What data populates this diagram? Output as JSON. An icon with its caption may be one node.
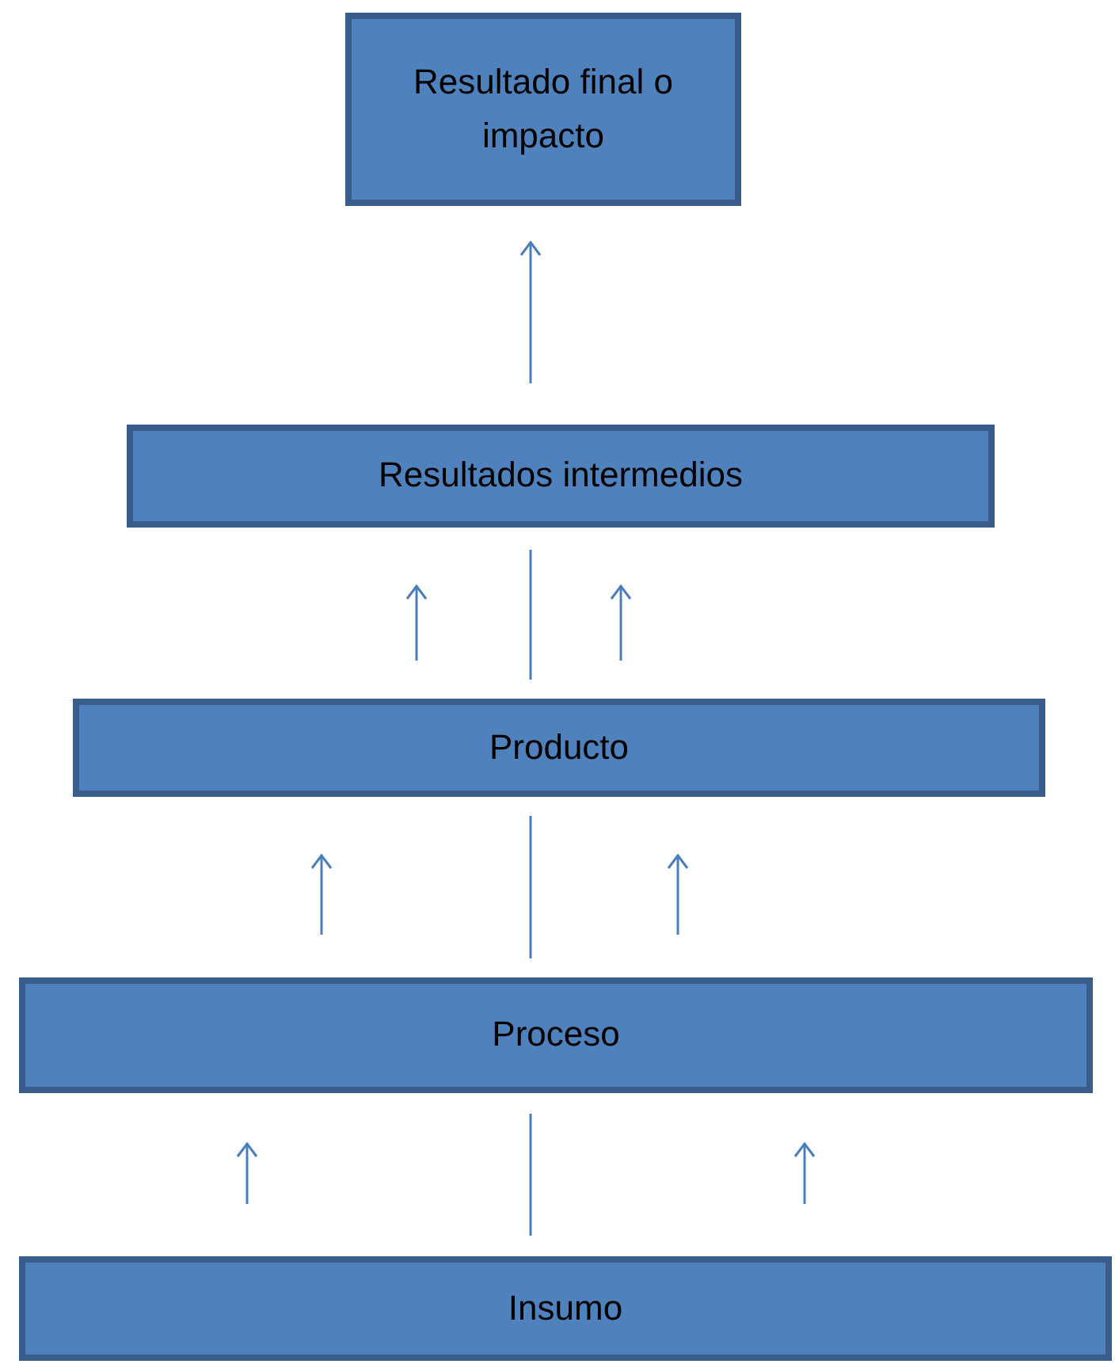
{
  "diagram": {
    "nodes": [
      {
        "text": [
          "Resultado final o impacto"
        ]
      },
      {
        "text": [
          "Resultados intermedios"
        ]
      },
      {
        "text": [
          "Producto"
        ]
      },
      {
        "text": [
          "Proceso"
        ]
      },
      {
        "text": [
          "Insumo"
        ]
      }
    ],
    "edges": [
      {
        "from": 1,
        "to": 0,
        "arrow": "to"
      },
      {
        "from": 2,
        "to": 1,
        "arrow": "to"
      },
      {
        "from": 2,
        "to": 1,
        "arrow": "none"
      },
      {
        "from": 2,
        "to": 1,
        "arrow": "to"
      },
      {
        "from": 3,
        "to": 2,
        "arrow": "to"
      },
      {
        "from": 3,
        "to": 2,
        "arrow": "none"
      },
      {
        "from": 3,
        "to": 2,
        "arrow": "to"
      },
      {
        "from": 4,
        "to": 3,
        "arrow": "to"
      },
      {
        "from": 4,
        "to": 3,
        "arrow": "none"
      },
      {
        "from": 4,
        "to": 3,
        "arrow": "to"
      }
    ]
  }
}
